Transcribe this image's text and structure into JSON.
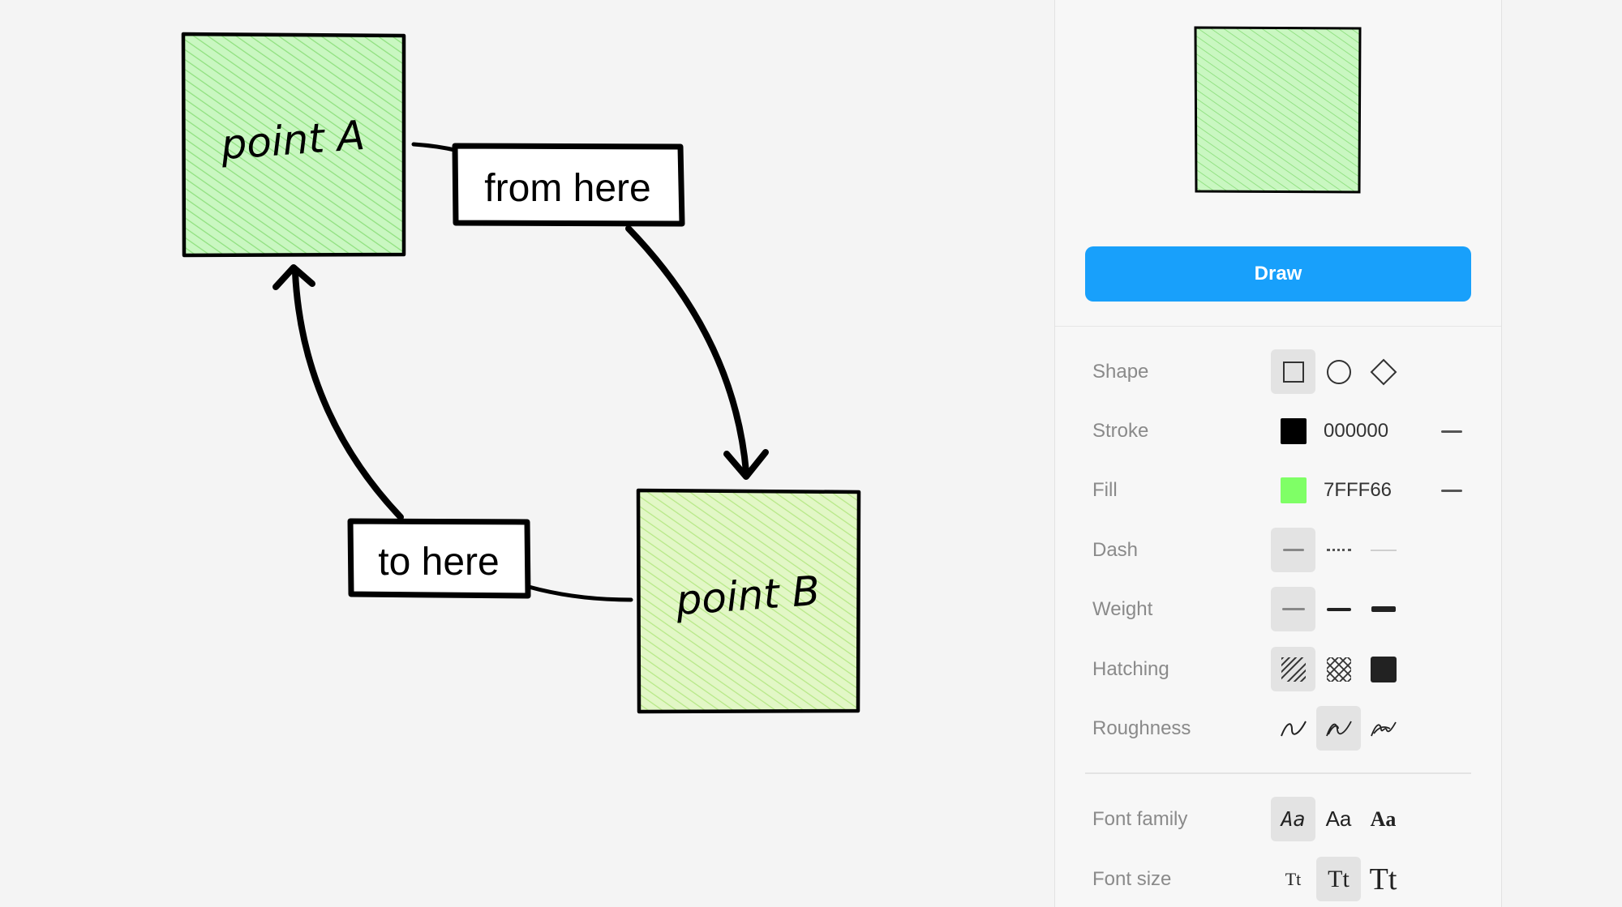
{
  "diagram": {
    "node_a": {
      "label": "point A"
    },
    "node_b": {
      "label": "point B"
    },
    "label_from": "from here",
    "label_to": "to here"
  },
  "panel": {
    "draw_label": "Draw",
    "shape": {
      "label": "Shape",
      "options": [
        "rectangle-icon",
        "circle-icon",
        "diamond-icon"
      ],
      "selected": "rectangle"
    },
    "stroke": {
      "label": "Stroke",
      "color": "#000000",
      "hex": "000000"
    },
    "fill": {
      "label": "Fill",
      "color": "#7FFF66",
      "hex": "7FFF66"
    },
    "dash": {
      "label": "Dash",
      "selected": "solid"
    },
    "weight": {
      "label": "Weight",
      "selected": "thin"
    },
    "hatching": {
      "label": "Hatching",
      "selected": "hachure"
    },
    "roughness": {
      "label": "Roughness",
      "selected": "medium"
    },
    "font_family": {
      "label": "Font family",
      "samples": [
        "Aa",
        "Aa",
        "Aa"
      ],
      "selected": "handwritten"
    },
    "font_size": {
      "label": "Font size",
      "samples": [
        "Tt",
        "Tt",
        "Tt"
      ],
      "selected": "medium"
    }
  },
  "colors": {
    "accent": "#18A0FB",
    "panel_bg": "#F7F7F7",
    "canvas_bg": "#F4F4F4"
  }
}
